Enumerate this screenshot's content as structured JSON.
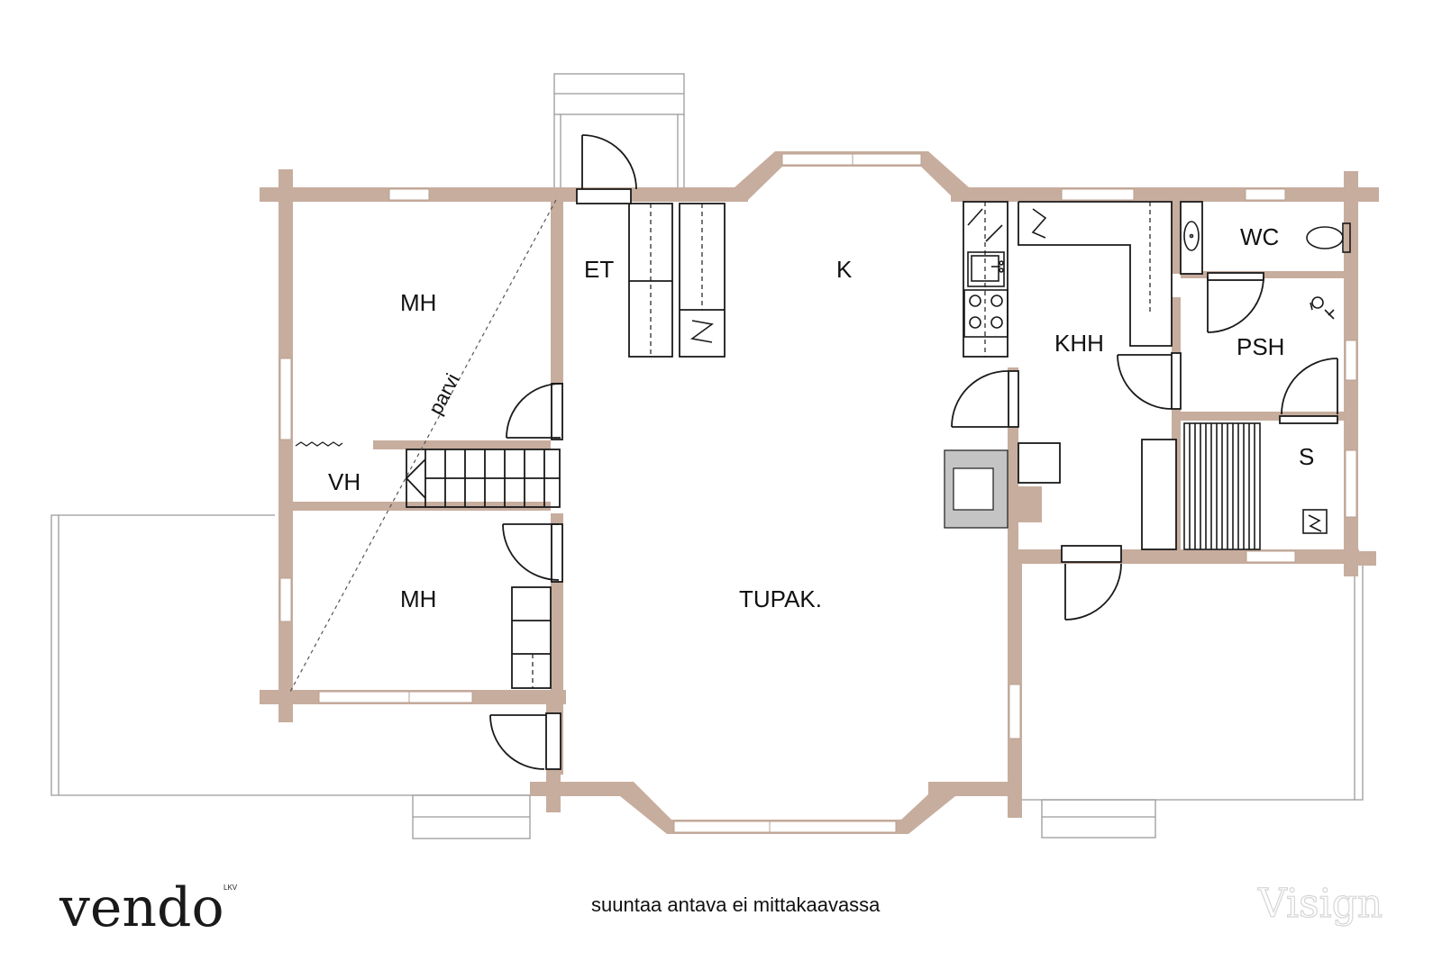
{
  "plan": {
    "rooms": {
      "mh_top": "MH",
      "et": "ET",
      "k": "K",
      "wc": "WC",
      "khh": "KHH",
      "psh": "PSH",
      "vh": "VH",
      "s": "S",
      "mh_bottom": "MH",
      "tupak": "TUPAK."
    },
    "parvi_label": "parvi"
  },
  "footer": {
    "note": "suuntaa antava ei mittakaavassa"
  },
  "branding": {
    "logo": "vendo",
    "logo_suffix": "LKV",
    "watermark": "Visign"
  },
  "colors": {
    "wall": "#c7ad9e",
    "line": "#1a1a1a",
    "stove": "#c4c4c4"
  }
}
